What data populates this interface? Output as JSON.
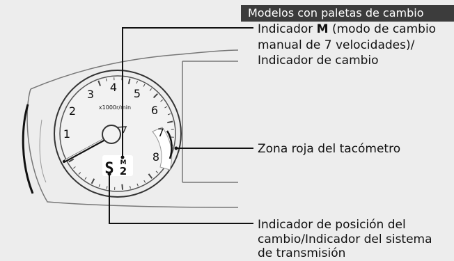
{
  "header_badge": "Modelos con paletas de cambio",
  "callouts": {
    "m_indicator": {
      "prefix": "Indicador ",
      "bold": "M",
      "suffix": " (modo de cambio",
      "line2": "manual de 7 velocidades)/",
      "line3": "Indicador de cambio"
    },
    "red_zone": "Zona roja del tacómetro",
    "position_indicator": {
      "line1": "Indicador de posición del",
      "line2": "cambio/Indicador del sistema",
      "line3": "de transmisión"
    }
  },
  "gauge": {
    "unit_label": "x1000r/min",
    "numerals": [
      "1",
      "2",
      "3",
      "4",
      "5",
      "6",
      "7",
      "8"
    ],
    "gear_display": {
      "mode": "S",
      "gear": "2",
      "m_mark": "M"
    }
  },
  "colors": {
    "background": "#ededed",
    "badge_bg": "#3c3c3c",
    "gauge_stroke": "#333333",
    "redline": "#ffffff"
  }
}
